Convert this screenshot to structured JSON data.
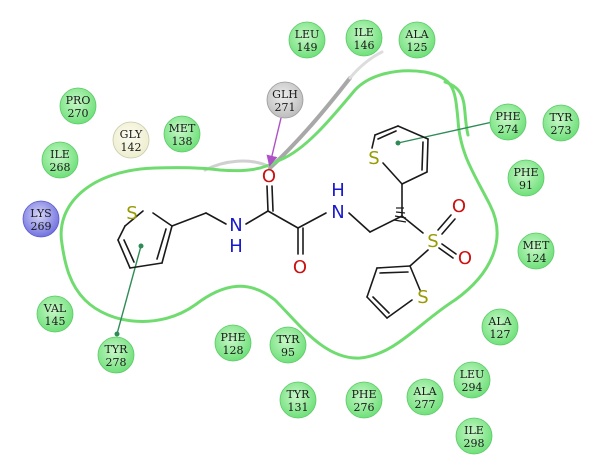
{
  "colors": {
    "hydrophobic": "#6fe07a",
    "hydrophobic_light": "#c8f8c8",
    "polar": "#7272e0",
    "polar_light": "#d6d6f8",
    "glycine": "#eeeed0",
    "glycine_edge": "#c8c8a8",
    "solvent": "#bdbdbd",
    "pocket_line": "#70dc70",
    "pi_line": "#2e8b57",
    "hbond_arrow": "#b050c8",
    "oxygen": "#cc1111",
    "nitrogen": "#1a1acc",
    "sulfur": "#999900",
    "carbon": "#1a1a1a"
  },
  "residues": [
    {
      "id": "leu149",
      "name": "LEU",
      "num": "149",
      "kind": "hydrophobic"
    },
    {
      "id": "ile146",
      "name": "ILE",
      "num": "146",
      "kind": "hydrophobic"
    },
    {
      "id": "ala125",
      "name": "ALA",
      "num": "125",
      "kind": "hydrophobic"
    },
    {
      "id": "pro270",
      "name": "PRO",
      "num": "270",
      "kind": "hydrophobic"
    },
    {
      "id": "gly142",
      "name": "GLY",
      "num": "142",
      "kind": "glycine"
    },
    {
      "id": "met138",
      "name": "MET",
      "num": "138",
      "kind": "hydrophobic"
    },
    {
      "id": "glh271",
      "name": "GLH",
      "num": "271",
      "kind": "solvent"
    },
    {
      "id": "phe274",
      "name": "PHE",
      "num": "274",
      "kind": "hydrophobic"
    },
    {
      "id": "tyr273",
      "name": "TYR",
      "num": "273",
      "kind": "hydrophobic"
    },
    {
      "id": "ile268",
      "name": "ILE",
      "num": "268",
      "kind": "hydrophobic"
    },
    {
      "id": "phe91",
      "name": "PHE",
      "num": "91",
      "kind": "hydrophobic"
    },
    {
      "id": "lys269",
      "name": "LYS",
      "num": "269",
      "kind": "polar"
    },
    {
      "id": "met124",
      "name": "MET",
      "num": "124",
      "kind": "hydrophobic"
    },
    {
      "id": "val145",
      "name": "VAL",
      "num": "145",
      "kind": "hydrophobic"
    },
    {
      "id": "ala127",
      "name": "ALA",
      "num": "127",
      "kind": "hydrophobic"
    },
    {
      "id": "phe128",
      "name": "PHE",
      "num": "128",
      "kind": "hydrophobic"
    },
    {
      "id": "tyr95",
      "name": "TYR",
      "num": "95",
      "kind": "hydrophobic"
    },
    {
      "id": "tyr278",
      "name": "TYR",
      "num": "278",
      "kind": "hydrophobic"
    },
    {
      "id": "leu294",
      "name": "LEU",
      "num": "294",
      "kind": "hydrophobic"
    },
    {
      "id": "tyr131",
      "name": "TYR",
      "num": "131",
      "kind": "hydrophobic"
    },
    {
      "id": "phe276",
      "name": "PHE",
      "num": "276",
      "kind": "hydrophobic"
    },
    {
      "id": "ala277",
      "name": "ALA",
      "num": "277",
      "kind": "hydrophobic"
    },
    {
      "id": "ile298",
      "name": "ILE",
      "num": "298",
      "kind": "hydrophobic"
    }
  ],
  "atoms": {
    "o_top": "O",
    "o_bottom": "O",
    "nh_left_n": "N",
    "nh_left_h": "H",
    "nh_right_h": "H",
    "nh_right_n": "N",
    "s_left_thiophene": "S",
    "s_top_thiophene": "S",
    "s_sulfonyl": "S",
    "o_sulfonyl_top": "O",
    "o_sulfonyl_bottom": "O",
    "s_bottom_thiophene": "S"
  }
}
